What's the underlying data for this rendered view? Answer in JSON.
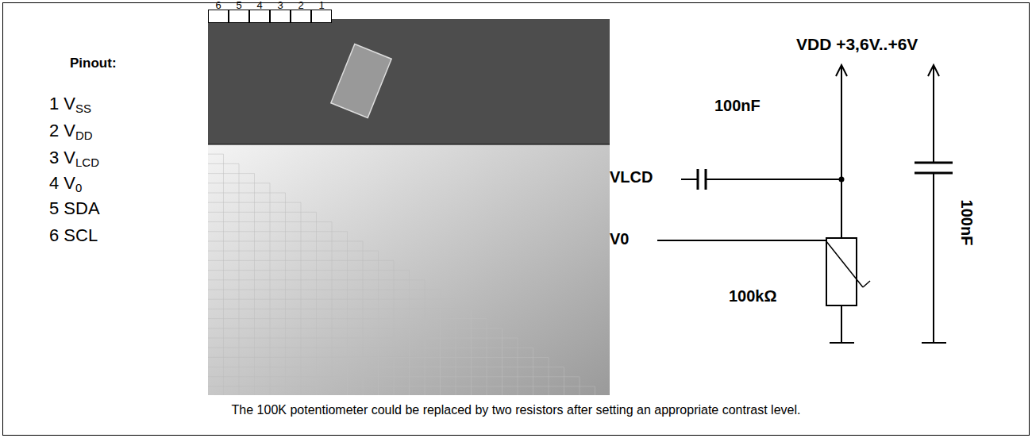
{
  "diagram": {
    "caption": "The 100K potentiometer could be replaced by two resistors after setting an appropriate contrast level.",
    "labels": [
      "6",
      "5",
      "4",
      "3",
      "2",
      "1",
      "Pinout:",
      "1 VSS",
      "2 VDD",
      "3 VLCD",
      "4 V0",
      "5 SDA",
      "6 SCL",
      "VDD +3,6V..+6V",
      "100nF",
      "VLCD",
      "V0",
      "100kΩ",
      "100nF"
    ]
  }
}
